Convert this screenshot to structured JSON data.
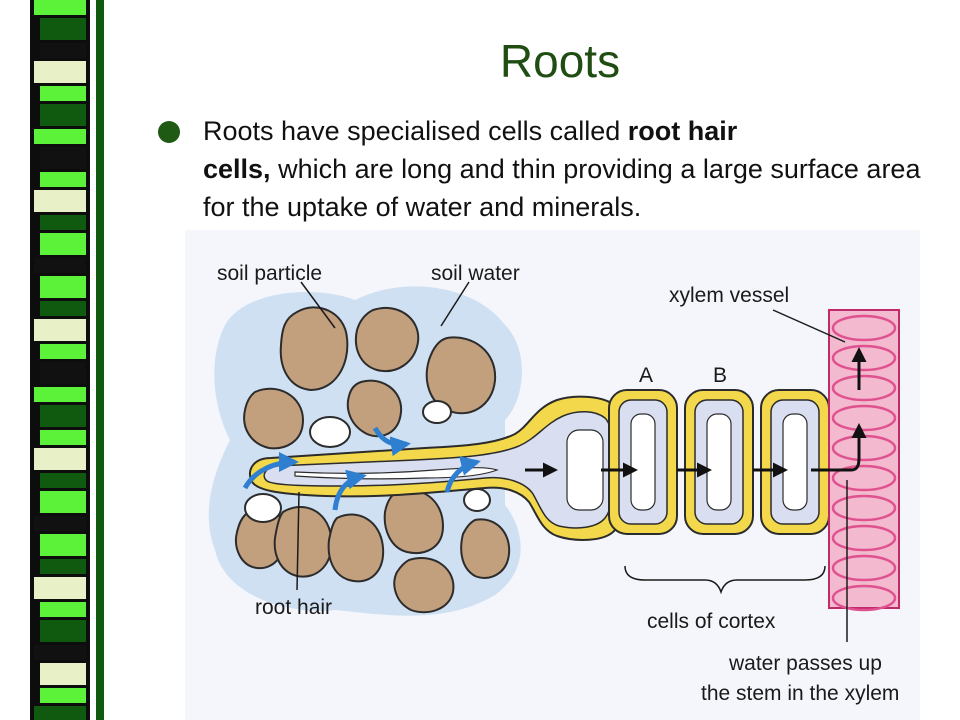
{
  "slide": {
    "title": "Roots",
    "bullet": {
      "text_1": "Roots have specialised cells called ",
      "bold_1": "root hair",
      "bold_2": "cells,",
      "text_2": " which are long and thin providing a large surface area for the uptake of water and minerals."
    }
  },
  "diagram": {
    "labels": {
      "soil_particle": "soil particle",
      "soil_water": "soil water",
      "xylem_vessel": "xylem vessel",
      "cell_a": "A",
      "cell_b": "B",
      "root_hair": "root hair",
      "cells_of_cortex": "cells of cortex",
      "water_passes_line1": "water passes up",
      "water_passes_line2": "the stem in the xylem"
    },
    "colors": {
      "soil_particle": "#c29f7d",
      "soil_water": "#cfe0f3",
      "cell_wall": "#f2d84a",
      "cytoplasm": "#d9dff0",
      "xylem": "#f2b9cf",
      "xylem_ring": "#e0518f",
      "sidebar_green_light": "#5cf23a",
      "sidebar_green_dark": "#0f5a0f"
    }
  }
}
